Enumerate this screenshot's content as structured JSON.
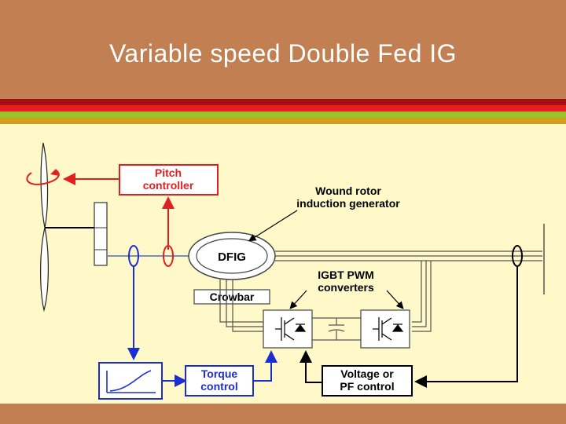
{
  "slide": {
    "title": "Variable speed Double Fed IG"
  },
  "diagram": {
    "pitch_controller": {
      "line1": "Pitch",
      "line2": "controller"
    },
    "generator_annotation": {
      "line1": "Wound rotor",
      "line2": "induction generator"
    },
    "dfig": "DFIG",
    "crowbar": "Crowbar",
    "converters_annotation": {
      "line1": "IGBT PWM",
      "line2": "converters"
    },
    "torque_control": {
      "line1": "Torque",
      "line2": "control"
    },
    "voltage_control": {
      "line1": "Voltage or",
      "line2": "PF control"
    }
  },
  "colors": {
    "pitch": "#e02020",
    "torque": "#1b2fd1",
    "voltage": "#000000"
  }
}
